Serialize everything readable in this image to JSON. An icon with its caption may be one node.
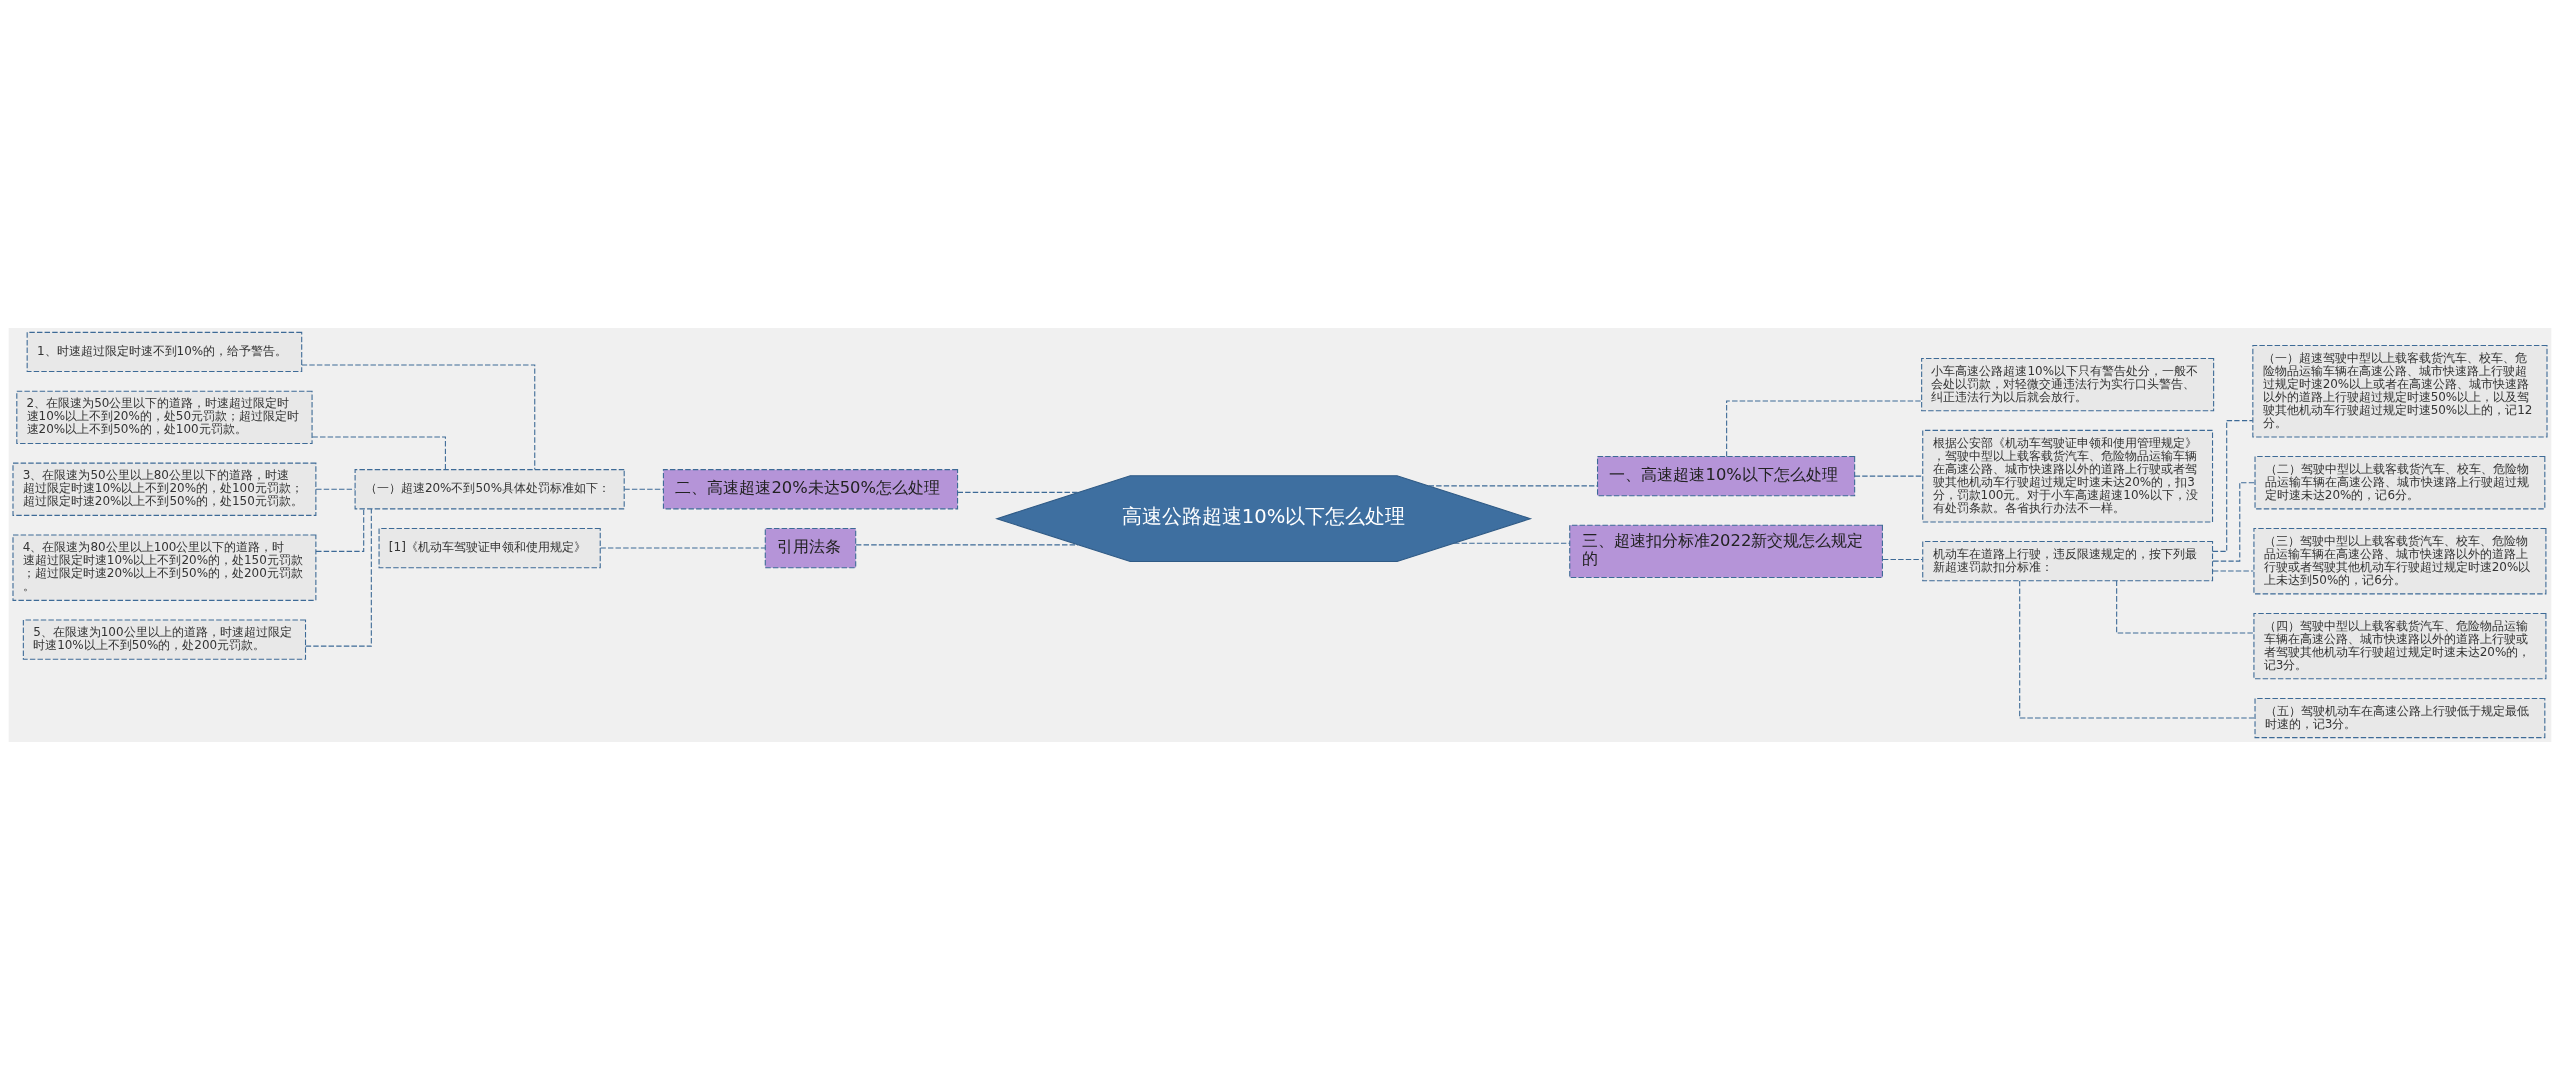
{
  "diagram": {
    "nodes": [
      {
        "text": [
          "高速公路超速10%以下怎么处理"
        ]
      },
      {
        "text": [
          "二、高速超速20%未达50%怎么处理"
        ]
      },
      {
        "text": [
          "（一）超速20%不到50%具体处罚标准如下："
        ]
      },
      {
        "text": [
          "1、时速超过限定时速不到10%的，给予警告。"
        ]
      },
      {
        "text": [
          "2、在限速为50公里以下的道路，时速超过限定时速10%以上不到20%的，处50元罚款；超过限定时速20%以上不到50%的，处100元罚款。"
        ]
      },
      {
        "text": [
          "3、在限速为50公里以上80公里以下的道路，时速超过限定时速10%以上不到20%的，处100元罚款；超过限定时速20%以上不到50%的，处150元罚款。"
        ]
      },
      {
        "text": [
          "4、在限速为80公里以上100公里以下的道路，时速超过限定时速10%以上不到20%的，处150元罚款；超过限定时速20%以上不到50%的，处200元罚款。"
        ]
      },
      {
        "text": [
          "5、在限速为100公里以上的道路，时速超过限定时速10%以上不到50%的，处200元罚款。"
        ]
      },
      {
        "text": [
          "引用法条"
        ]
      },
      {
        "text": [
          "[1]《机动车驾驶证申领和使用规定》"
        ]
      },
      {
        "text": [
          "一、高速超速10%以下怎么处理"
        ]
      },
      {
        "text": [
          "小车高速公路超速10%以下只有警告处分，一般不会处以罚款，对轻微交通违法行为实行口头警告、纠正违法行为以后就会放行。"
        ]
      },
      {
        "text": [
          "根据公安部《机动车驾驶证申领和使用管理规定》，驾驶中型以上载客载货汽车、危险物品运输车辆在高速公路、城市快速路以外的道路上行驶或者驾驶其他机动车行驶超过规定时速未达20%的，扣3分，罚款100元。对于小车高速超速10%以下，没有处罚条款。各省执行办法不一样。"
        ]
      },
      {
        "text": [
          "三、超速扣分标准2022新交规怎么规定的"
        ]
      },
      {
        "text": [
          "机动车在道路上行驶，违反限速规定的，按下列最新超速罚款扣分标准："
        ]
      },
      {
        "text": [
          "（一）超速驾驶中型以上载客载货汽车、校车、危险物品运输车辆在高速公路、城市快速路上行驶超过规定时速20%以上或者在高速公路、城市快速路以外的道路上行驶超过规定时速50%以上，以及驾驶其他机动车行驶超过规定时速50%以上的，记12分。"
        ]
      },
      {
        "text": [
          "（二）驾驶中型以上载客载货汽车、校车、危险物品运输车辆在高速公路、城市快速路上行驶超过规定时速未达20%的，记6分。"
        ]
      },
      {
        "text": [
          "（三）驾驶中型以上载客载货汽车、校车、危险物品运输车辆在高速公路、城市快速路以外的道路上行驶或者驾驶其他机动车行驶超过规定时速20%以上未达到50%的，记6分。"
        ]
      },
      {
        "text": [
          "（四）驾驶中型以上载客载货汽车、危险物品运输车辆在高速公路、城市快速路以外的道路上行驶或者驾驶其他机动车行驶超过规定时速未达20%的，记3分。"
        ]
      },
      {
        "text": [
          "（五）驾驶机动车在高速公路上行驶低于规定最低时速的，记3分。"
        ]
      }
    ],
    "edges": [
      {
        "from": 0,
        "to": 1,
        "arrow": "none",
        "style": "dashed"
      },
      {
        "from": 1,
        "to": 2,
        "arrow": "none",
        "style": "dashed"
      },
      {
        "from": 2,
        "to": 3,
        "arrow": "none",
        "style": "dashed"
      },
      {
        "from": 2,
        "to": 4,
        "arrow": "none",
        "style": "dashed"
      },
      {
        "from": 2,
        "to": 5,
        "arrow": "none",
        "style": "dashed"
      },
      {
        "from": 2,
        "to": 6,
        "arrow": "none",
        "style": "dashed"
      },
      {
        "from": 2,
        "to": 7,
        "arrow": "none",
        "style": "dashed"
      },
      {
        "from": 0,
        "to": 8,
        "arrow": "none",
        "style": "dashed"
      },
      {
        "from": 8,
        "to": 9,
        "arrow": "none",
        "style": "dashed"
      },
      {
        "from": 0,
        "to": 10,
        "arrow": "none",
        "style": "dashed"
      },
      {
        "from": 10,
        "to": 11,
        "arrow": "none",
        "style": "dashed"
      },
      {
        "from": 10,
        "to": 12,
        "arrow": "none",
        "style": "dashed"
      },
      {
        "from": 0,
        "to": 13,
        "arrow": "none",
        "style": "dashed"
      },
      {
        "from": 13,
        "to": 14,
        "arrow": "none",
        "style": "dashed"
      },
      {
        "from": 14,
        "to": 15,
        "arrow": "none",
        "style": "dashed"
      },
      {
        "from": 14,
        "to": 16,
        "arrow": "none",
        "style": "dashed"
      },
      {
        "from": 14,
        "to": 17,
        "arrow": "none",
        "style": "dashed"
      },
      {
        "from": 14,
        "to": 18,
        "arrow": "none",
        "style": "dashed"
      },
      {
        "from": 14,
        "to": 19,
        "arrow": "none",
        "style": "dashed"
      }
    ]
  }
}
